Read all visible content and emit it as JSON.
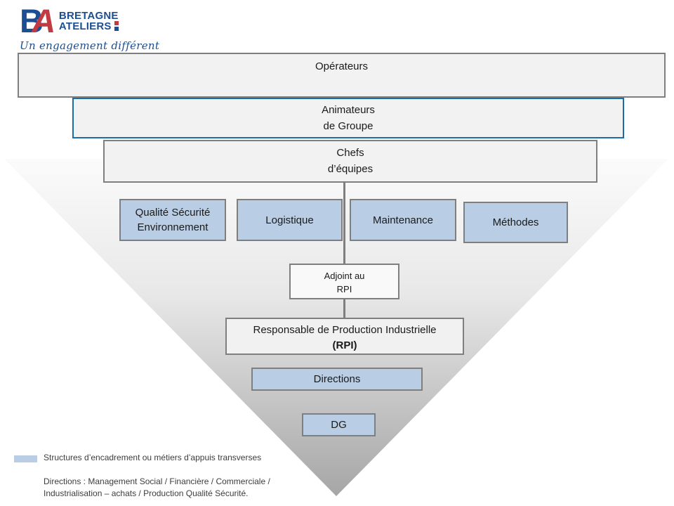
{
  "logo": {
    "monogram_b": "B",
    "monogram_a": "A",
    "wordmark_line1": "BRETAGNE",
    "wordmark_line2": "ATELIERS",
    "tagline": "Un engagement différent",
    "colors": {
      "blue": "#1D4E91",
      "red": "#C23A42"
    }
  },
  "diagram": {
    "type": "inverted-pyramid-org-chart",
    "nodes": {
      "operateurs": {
        "line1": "Opérateurs"
      },
      "animateurs": {
        "line1": "Animateurs",
        "line2": "de Groupe"
      },
      "chefs": {
        "line1": "Chefs",
        "line2": "d’équipes"
      },
      "qse": {
        "line1": "Qualité Sécurité",
        "line2": "Environnement"
      },
      "logistique": {
        "label": "Logistique"
      },
      "maintenance": {
        "label": "Maintenance"
      },
      "methodes": {
        "label": "Méthodes"
      },
      "adjoint": {
        "line1": "Adjoint au",
        "line2": "RPI"
      },
      "rpi": {
        "line1": "Responsable de Production Industrielle",
        "line2": "(RPI)"
      },
      "directions": {
        "label": "Directions"
      },
      "dg": {
        "label": "DG"
      }
    },
    "hierarchy_top_to_bottom": [
      "Opérateurs",
      "Animateurs de Groupe",
      "Chefs d’équipes",
      "Qualité Sécurité Environnement | Logistique | Maintenance | Méthodes",
      "Adjoint au RPI",
      "Responsable de Production Industrielle (RPI)",
      "Directions",
      "DG"
    ]
  },
  "legend": {
    "swatch_color": "#B9CDE5",
    "label": "Structures d’encadrement  ou métiers d’appuis transverses"
  },
  "footnote": {
    "line1": "Directions : Management Social / Financière / Commerciale /",
    "line2": "Industrialisation – achats /  Production Qualité Sécurité."
  },
  "colors": {
    "box_fill_gray": "#F2F2F2",
    "box_fill_blue": "#B9CDE5",
    "box_border_gray": "#7F7F7F",
    "box_border_blue": "#1B6CA8",
    "connector": "#7F7F7F",
    "pyramid_gradient_top": "#FBFBFB",
    "pyramid_gradient_bottom": "#A6A6A6"
  }
}
